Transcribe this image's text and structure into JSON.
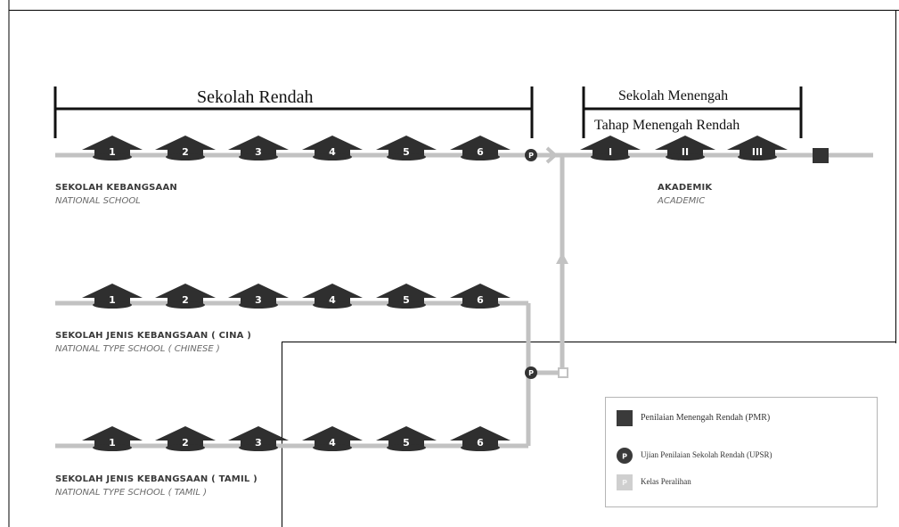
{
  "headers": {
    "sekolah_rendah": "Sekolah Rendah",
    "sekolah_menengah": "Sekolah Menengah",
    "tahap_menengah_rendah": "Tahap Menengah Rendah"
  },
  "streams": [
    {
      "name": "SEKOLAH KEBANGSAAN",
      "subtitle": "NATIONAL SCHOOL",
      "years": [
        "1",
        "2",
        "3",
        "4",
        "5",
        "6"
      ]
    },
    {
      "name": "SEKOLAH JENIS KEBANGSAAN ( CINA )",
      "subtitle": "NATIONAL TYPE SCHOOL ( CHINESE )",
      "years": [
        "1",
        "2",
        "3",
        "4",
        "5",
        "6"
      ]
    },
    {
      "name": "SEKOLAH JENIS KEBANGSAAN ( TAMIL )",
      "subtitle": "NATIONAL TYPE SCHOOL ( TAMIL )",
      "years": [
        "1",
        "2",
        "3",
        "4",
        "5",
        "6"
      ]
    }
  ],
  "secondary": {
    "name": "AKADEMIK",
    "subtitle": "ACADEMIC",
    "forms": [
      "I",
      "II",
      "III"
    ]
  },
  "markers": {
    "upsr_symbol": "P",
    "peralihan_symbol": "P"
  },
  "legend": {
    "pmr": "Penilaian Menengah Rendah (PMR)",
    "upsr": "Ujian Penilaian Sekolah Rendah (UPSR)",
    "peralihan": "Kelas Peralihan"
  },
  "colors": {
    "cap": "#2f2f2f",
    "line": "#c2c2c2",
    "bracket": "#111111",
    "peralihan_fill": "#c8c8c8"
  }
}
